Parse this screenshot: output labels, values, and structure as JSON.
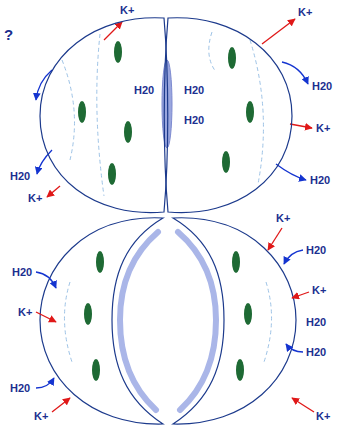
{
  "diagram": {
    "nodes": [
      {
        "text": [
          "H20"
        ]
      },
      {
        "text": [
          "H20",
          "H20"
        ]
      }
    ],
    "labels": [
      "?",
      "K+",
      "K+",
      "H20",
      "K+",
      "H20",
      "H20",
      "K+",
      "K+",
      "H20",
      "H20",
      "K+",
      "H20",
      "H20",
      "K+",
      "H20",
      "K+",
      "K+"
    ]
  }
}
